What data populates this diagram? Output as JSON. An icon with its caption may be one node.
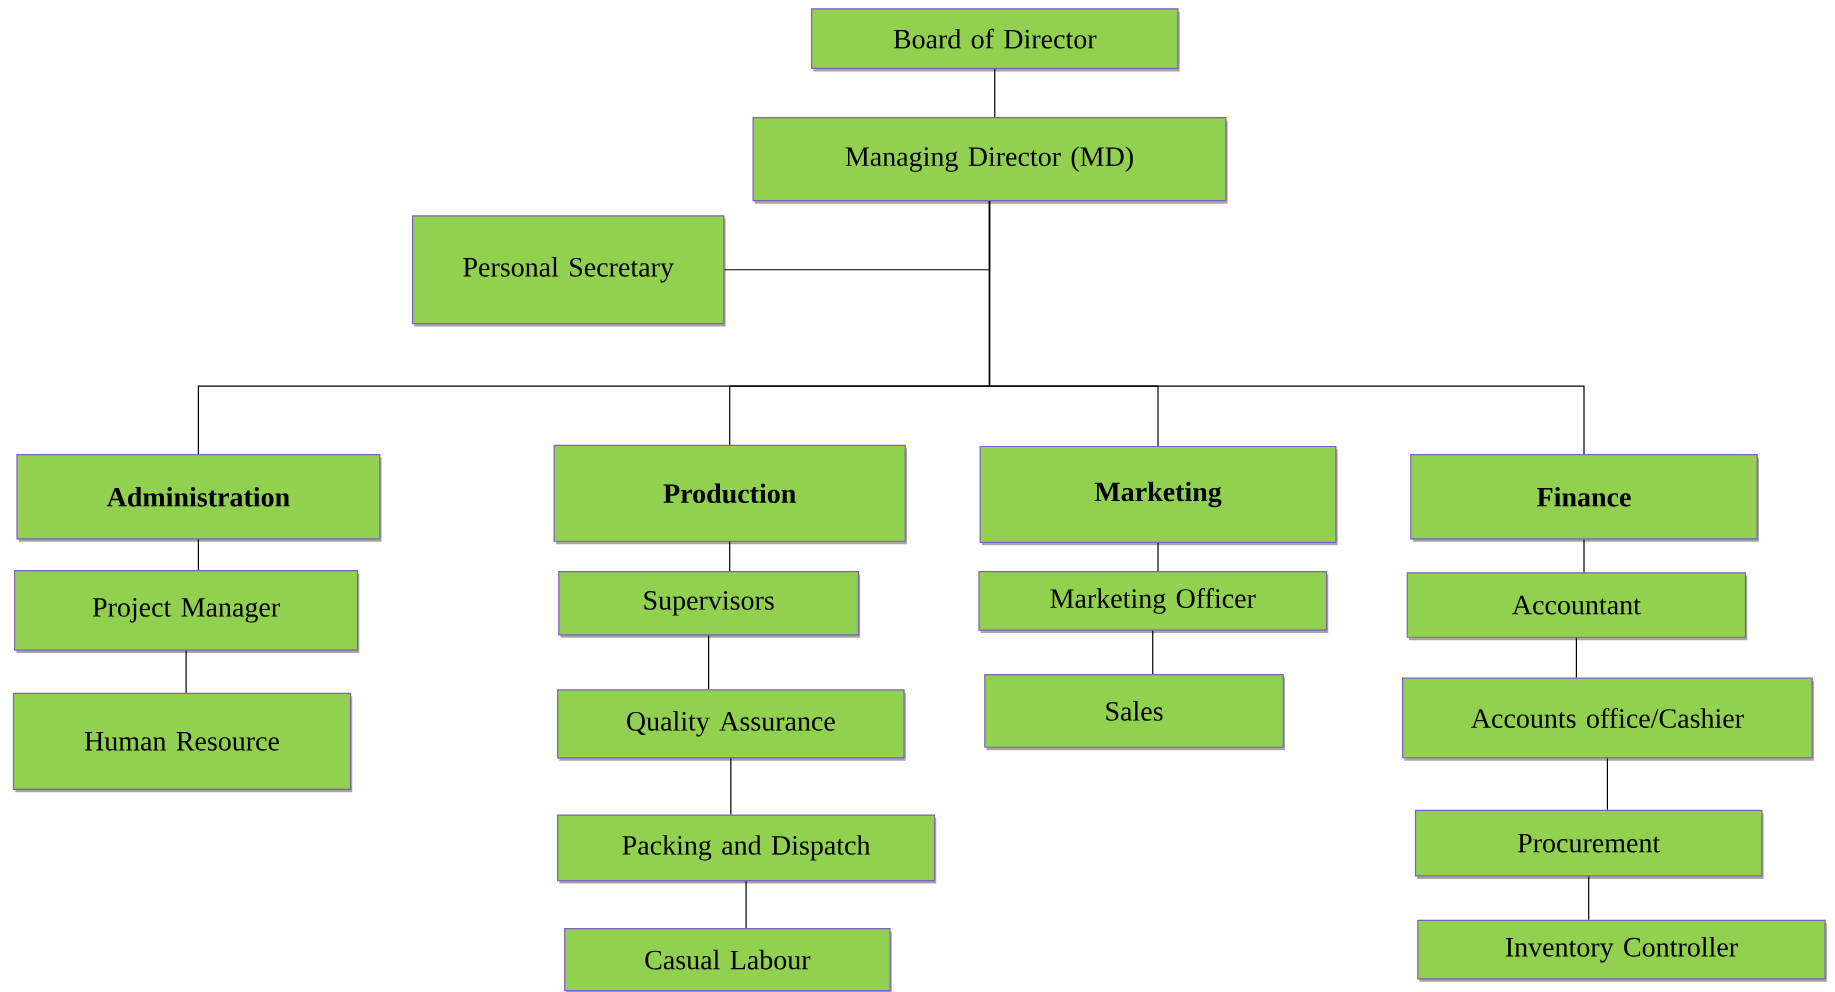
{
  "diagram": {
    "nodes": [
      {
        "text": [
          "Board of Director"
        ]
      },
      {
        "text": [
          "Managing Director (MD)"
        ]
      },
      {
        "text": [
          "Personal Secretary"
        ]
      },
      {
        "text": [
          "Administration"
        ]
      },
      {
        "text": [
          "Production"
        ]
      },
      {
        "text": [
          "Marketing"
        ]
      },
      {
        "text": [
          "Finance"
        ]
      },
      {
        "text": [
          "Project Manager"
        ]
      },
      {
        "text": [
          "Human Resource"
        ]
      },
      {
        "text": [
          "Supervisors"
        ]
      },
      {
        "text": [
          "Quality Assurance"
        ]
      },
      {
        "text": [
          "Packing and Dispatch"
        ]
      },
      {
        "text": [
          "Casual Labour"
        ]
      },
      {
        "text": [
          "Marketing Officer"
        ]
      },
      {
        "text": [
          "Sales"
        ]
      },
      {
        "text": [
          "Accountant"
        ]
      },
      {
        "text": [
          "Accounts office/Cashier"
        ]
      },
      {
        "text": [
          "Procurement"
        ]
      },
      {
        "text": [
          "Inventory Controller"
        ]
      }
    ],
    "edges": [
      {
        "from": 0,
        "to": 1,
        "arrow": "none"
      },
      {
        "from": 1,
        "to": 2,
        "arrow": "none"
      },
      {
        "from": 1,
        "to": 3,
        "arrow": "none"
      },
      {
        "from": 1,
        "to": 4,
        "arrow": "none"
      },
      {
        "from": 1,
        "to": 5,
        "arrow": "none"
      },
      {
        "from": 1,
        "to": 6,
        "arrow": "none"
      },
      {
        "from": 3,
        "to": 7,
        "arrow": "none"
      },
      {
        "from": 7,
        "to": 8,
        "arrow": "none"
      },
      {
        "from": 4,
        "to": 9,
        "arrow": "none"
      },
      {
        "from": 9,
        "to": 10,
        "arrow": "none"
      },
      {
        "from": 10,
        "to": 11,
        "arrow": "none"
      },
      {
        "from": 11,
        "to": 12,
        "arrow": "none"
      },
      {
        "from": 5,
        "to": 13,
        "arrow": "none"
      },
      {
        "from": 13,
        "to": 14,
        "arrow": "none"
      },
      {
        "from": 6,
        "to": 15,
        "arrow": "none"
      },
      {
        "from": 15,
        "to": 16,
        "arrow": "none"
      },
      {
        "from": 16,
        "to": 17,
        "arrow": "none"
      },
      {
        "from": 17,
        "to": 18,
        "arrow": "none"
      }
    ]
  }
}
